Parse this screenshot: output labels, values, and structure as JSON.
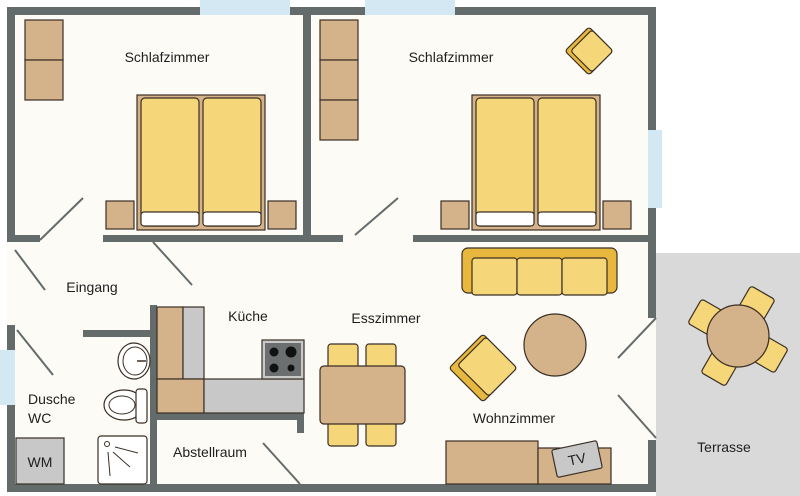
{
  "rooms": {
    "bedroom_left": "Schlafzimmer",
    "bedroom_right": "Schlafzimmer",
    "entrance": "Eingang",
    "kitchen": "Küche",
    "dining": "Esszimmer",
    "bathroom_line1": "Dusche",
    "bathroom_line2": "WC",
    "storage": "Abstellraum",
    "living": "Wohnzimmer",
    "terrace": "Terrasse"
  },
  "appliances": {
    "washing_machine": "WM",
    "tv": "TV"
  },
  "colors": {
    "wall": "#646b6b",
    "floor": "#fdfbf6",
    "terrace": "#d9d9d9",
    "window": "#d3e8f2",
    "yellow": "#f5d678",
    "wood": "#d4b28a"
  }
}
